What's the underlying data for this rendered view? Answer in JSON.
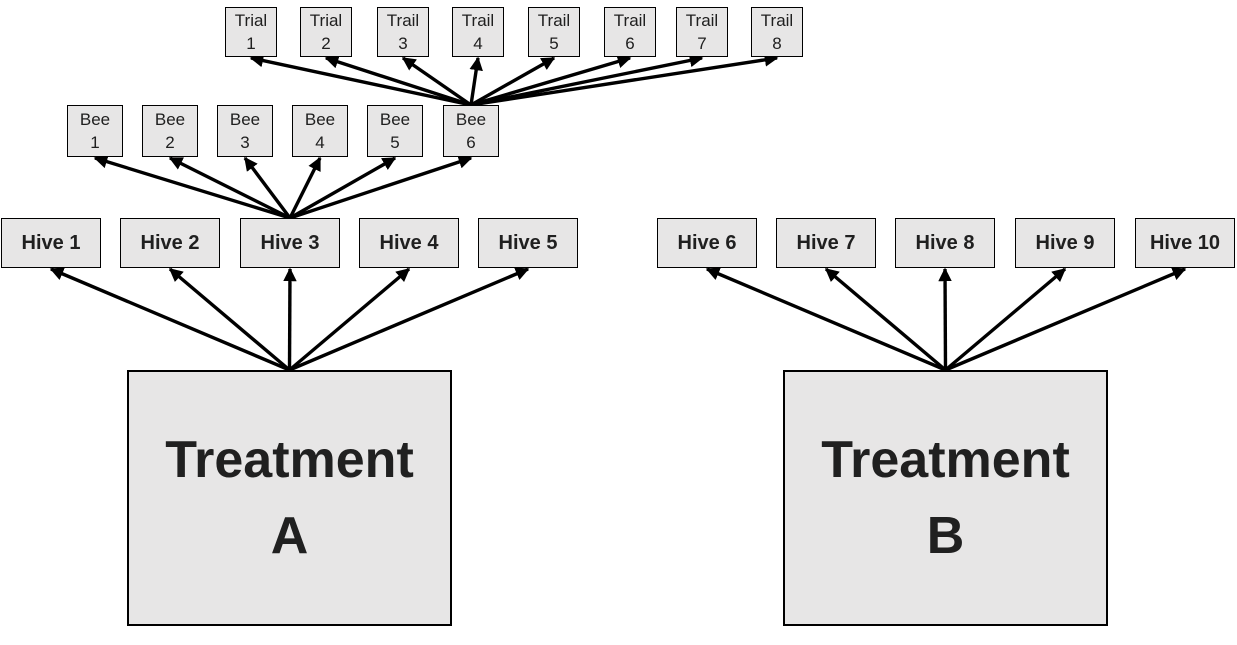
{
  "figure": {
    "description": "Hierarchical experimental design diagram: treatments assigned to hives, bees sampled within a hive, trials within a bee"
  },
  "colors": {
    "background": "#ffffff",
    "box_fill": "#e7e6e6",
    "box_border": "#000000",
    "text": "#202020",
    "arrow": "#000000"
  },
  "groups": {
    "trials": {
      "items": [
        {
          "id": "trial-1",
          "lines": [
            "Trial",
            "1"
          ]
        },
        {
          "id": "trial-2",
          "lines": [
            "Trial",
            "2"
          ]
        },
        {
          "id": "trail-3",
          "lines": [
            "Trail",
            "3"
          ]
        },
        {
          "id": "trail-4",
          "lines": [
            "Trail",
            "4"
          ]
        },
        {
          "id": "trail-5",
          "lines": [
            "Trail",
            "5"
          ]
        },
        {
          "id": "trail-6",
          "lines": [
            "Trail",
            "6"
          ]
        },
        {
          "id": "trail-7",
          "lines": [
            "Trail",
            "7"
          ]
        },
        {
          "id": "trail-8",
          "lines": [
            "Trail",
            "8"
          ]
        }
      ]
    },
    "bees": {
      "items": [
        {
          "id": "bee-1",
          "lines": [
            "Bee",
            "1"
          ]
        },
        {
          "id": "bee-2",
          "lines": [
            "Bee",
            "2"
          ]
        },
        {
          "id": "bee-3",
          "lines": [
            "Bee",
            "3"
          ]
        },
        {
          "id": "bee-4",
          "lines": [
            "Bee",
            "4"
          ]
        },
        {
          "id": "bee-5",
          "lines": [
            "Bee",
            "5"
          ]
        },
        {
          "id": "bee-6",
          "lines": [
            "Bee",
            "6"
          ]
        }
      ]
    },
    "hives_left": {
      "items": [
        {
          "id": "hive-1",
          "lines": [
            "Hive 1"
          ]
        },
        {
          "id": "hive-2",
          "lines": [
            "Hive 2"
          ]
        },
        {
          "id": "hive-3",
          "lines": [
            "Hive 3"
          ]
        },
        {
          "id": "hive-4",
          "lines": [
            "Hive 4"
          ]
        },
        {
          "id": "hive-5",
          "lines": [
            "Hive 5"
          ]
        }
      ]
    },
    "hives_right": {
      "items": [
        {
          "id": "hive-6",
          "lines": [
            "Hive 6"
          ]
        },
        {
          "id": "hive-7",
          "lines": [
            "Hive 7"
          ]
        },
        {
          "id": "hive-8",
          "lines": [
            "Hive 8"
          ]
        },
        {
          "id": "hive-9",
          "lines": [
            "Hive 9"
          ]
        },
        {
          "id": "hive-10",
          "lines": [
            "Hive 10"
          ]
        }
      ]
    },
    "treatments": {
      "items": [
        {
          "id": "treatment-a",
          "lines": [
            "Treatment",
            "A"
          ]
        },
        {
          "id": "treatment-b",
          "lines": [
            "Treatment",
            "B"
          ]
        }
      ]
    }
  },
  "edges": [
    {
      "from": "treatment-a",
      "to": [
        "hive-1",
        "hive-2",
        "hive-3",
        "hive-4",
        "hive-5"
      ]
    },
    {
      "from": "treatment-b",
      "to": [
        "hive-6",
        "hive-7",
        "hive-8",
        "hive-9",
        "hive-10"
      ]
    },
    {
      "from": "hive-3",
      "to": [
        "bee-1",
        "bee-2",
        "bee-3",
        "bee-4",
        "bee-5",
        "bee-6"
      ]
    },
    {
      "from": "bee-6",
      "to": [
        "trial-1",
        "trial-2",
        "trail-3",
        "trail-4",
        "trail-5",
        "trail-6",
        "trail-7",
        "trail-8"
      ]
    }
  ]
}
